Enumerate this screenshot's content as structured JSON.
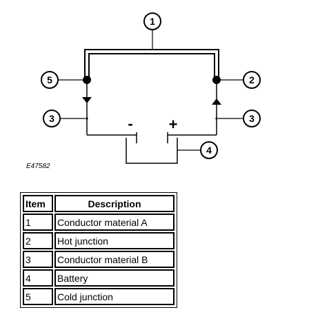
{
  "diagram": {
    "callouts": [
      "1",
      "2",
      "3",
      "3",
      "4",
      "5"
    ],
    "polarity": {
      "negative": "-",
      "positive": "+"
    },
    "reference": "E47582"
  },
  "legend": {
    "headers": {
      "item": "Item",
      "description": "Description"
    },
    "rows": [
      {
        "item": "1",
        "description": "Conductor material A"
      },
      {
        "item": "2",
        "description": "Hot junction"
      },
      {
        "item": "3",
        "description": "Conductor material B"
      },
      {
        "item": "4",
        "description": "Battery"
      },
      {
        "item": "5",
        "description": "Cold junction"
      }
    ]
  }
}
